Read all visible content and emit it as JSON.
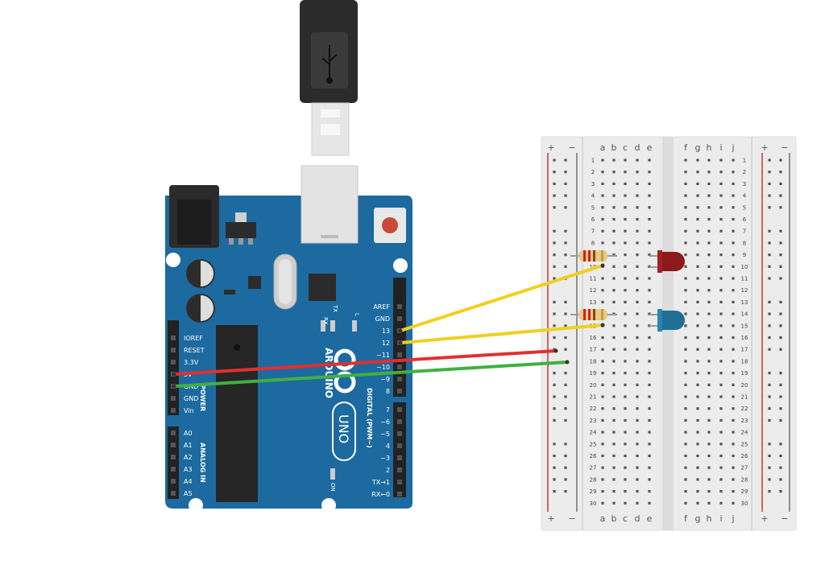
{
  "arduino": {
    "brand": "ARDUINO",
    "model": "UNO",
    "power_header": [
      "IOREF",
      "RESET",
      "3.3V",
      "5V",
      "GND",
      "GND",
      "Vin"
    ],
    "power_title": "POWER",
    "analog_header": [
      "A0",
      "A1",
      "A2",
      "A3",
      "A4",
      "A5"
    ],
    "analog_title": "ANALOG IN",
    "digital_high": [
      "AREF",
      "GND",
      "13",
      "12",
      "~11",
      "~10",
      "~9",
      "8"
    ],
    "digital_low": [
      "7",
      "~6",
      "~5",
      "4",
      "~3",
      "2",
      "TX→1",
      "RX←0"
    ],
    "digital_title": "DIGITAL (PWM~)",
    "tx_label": "TX",
    "rx_label": "RX",
    "l_label": "L",
    "on_label": "ON"
  },
  "breadboard": {
    "columns_left": [
      "a",
      "b",
      "c",
      "d",
      "e"
    ],
    "columns_right": [
      "f",
      "g",
      "h",
      "i",
      "j"
    ],
    "rail_plus": "+",
    "rail_minus": "−",
    "rows": 30
  },
  "components": [
    {
      "type": "resistor",
      "row": 9
    },
    {
      "type": "resistor",
      "row": 14
    },
    {
      "type": "led",
      "color": "red",
      "row": 9
    },
    {
      "type": "led",
      "color": "blue",
      "row": 14
    }
  ],
  "wires": [
    {
      "from": "13",
      "to": "breadboard row 10",
      "color": "#f0d020"
    },
    {
      "from": "12",
      "to": "breadboard row 15",
      "color": "#f0d020"
    },
    {
      "from": "5V",
      "to": "breadboard + rail",
      "color": "#e03030"
    },
    {
      "from": "GND",
      "to": "breadboard − rail",
      "color": "#40b040"
    }
  ]
}
